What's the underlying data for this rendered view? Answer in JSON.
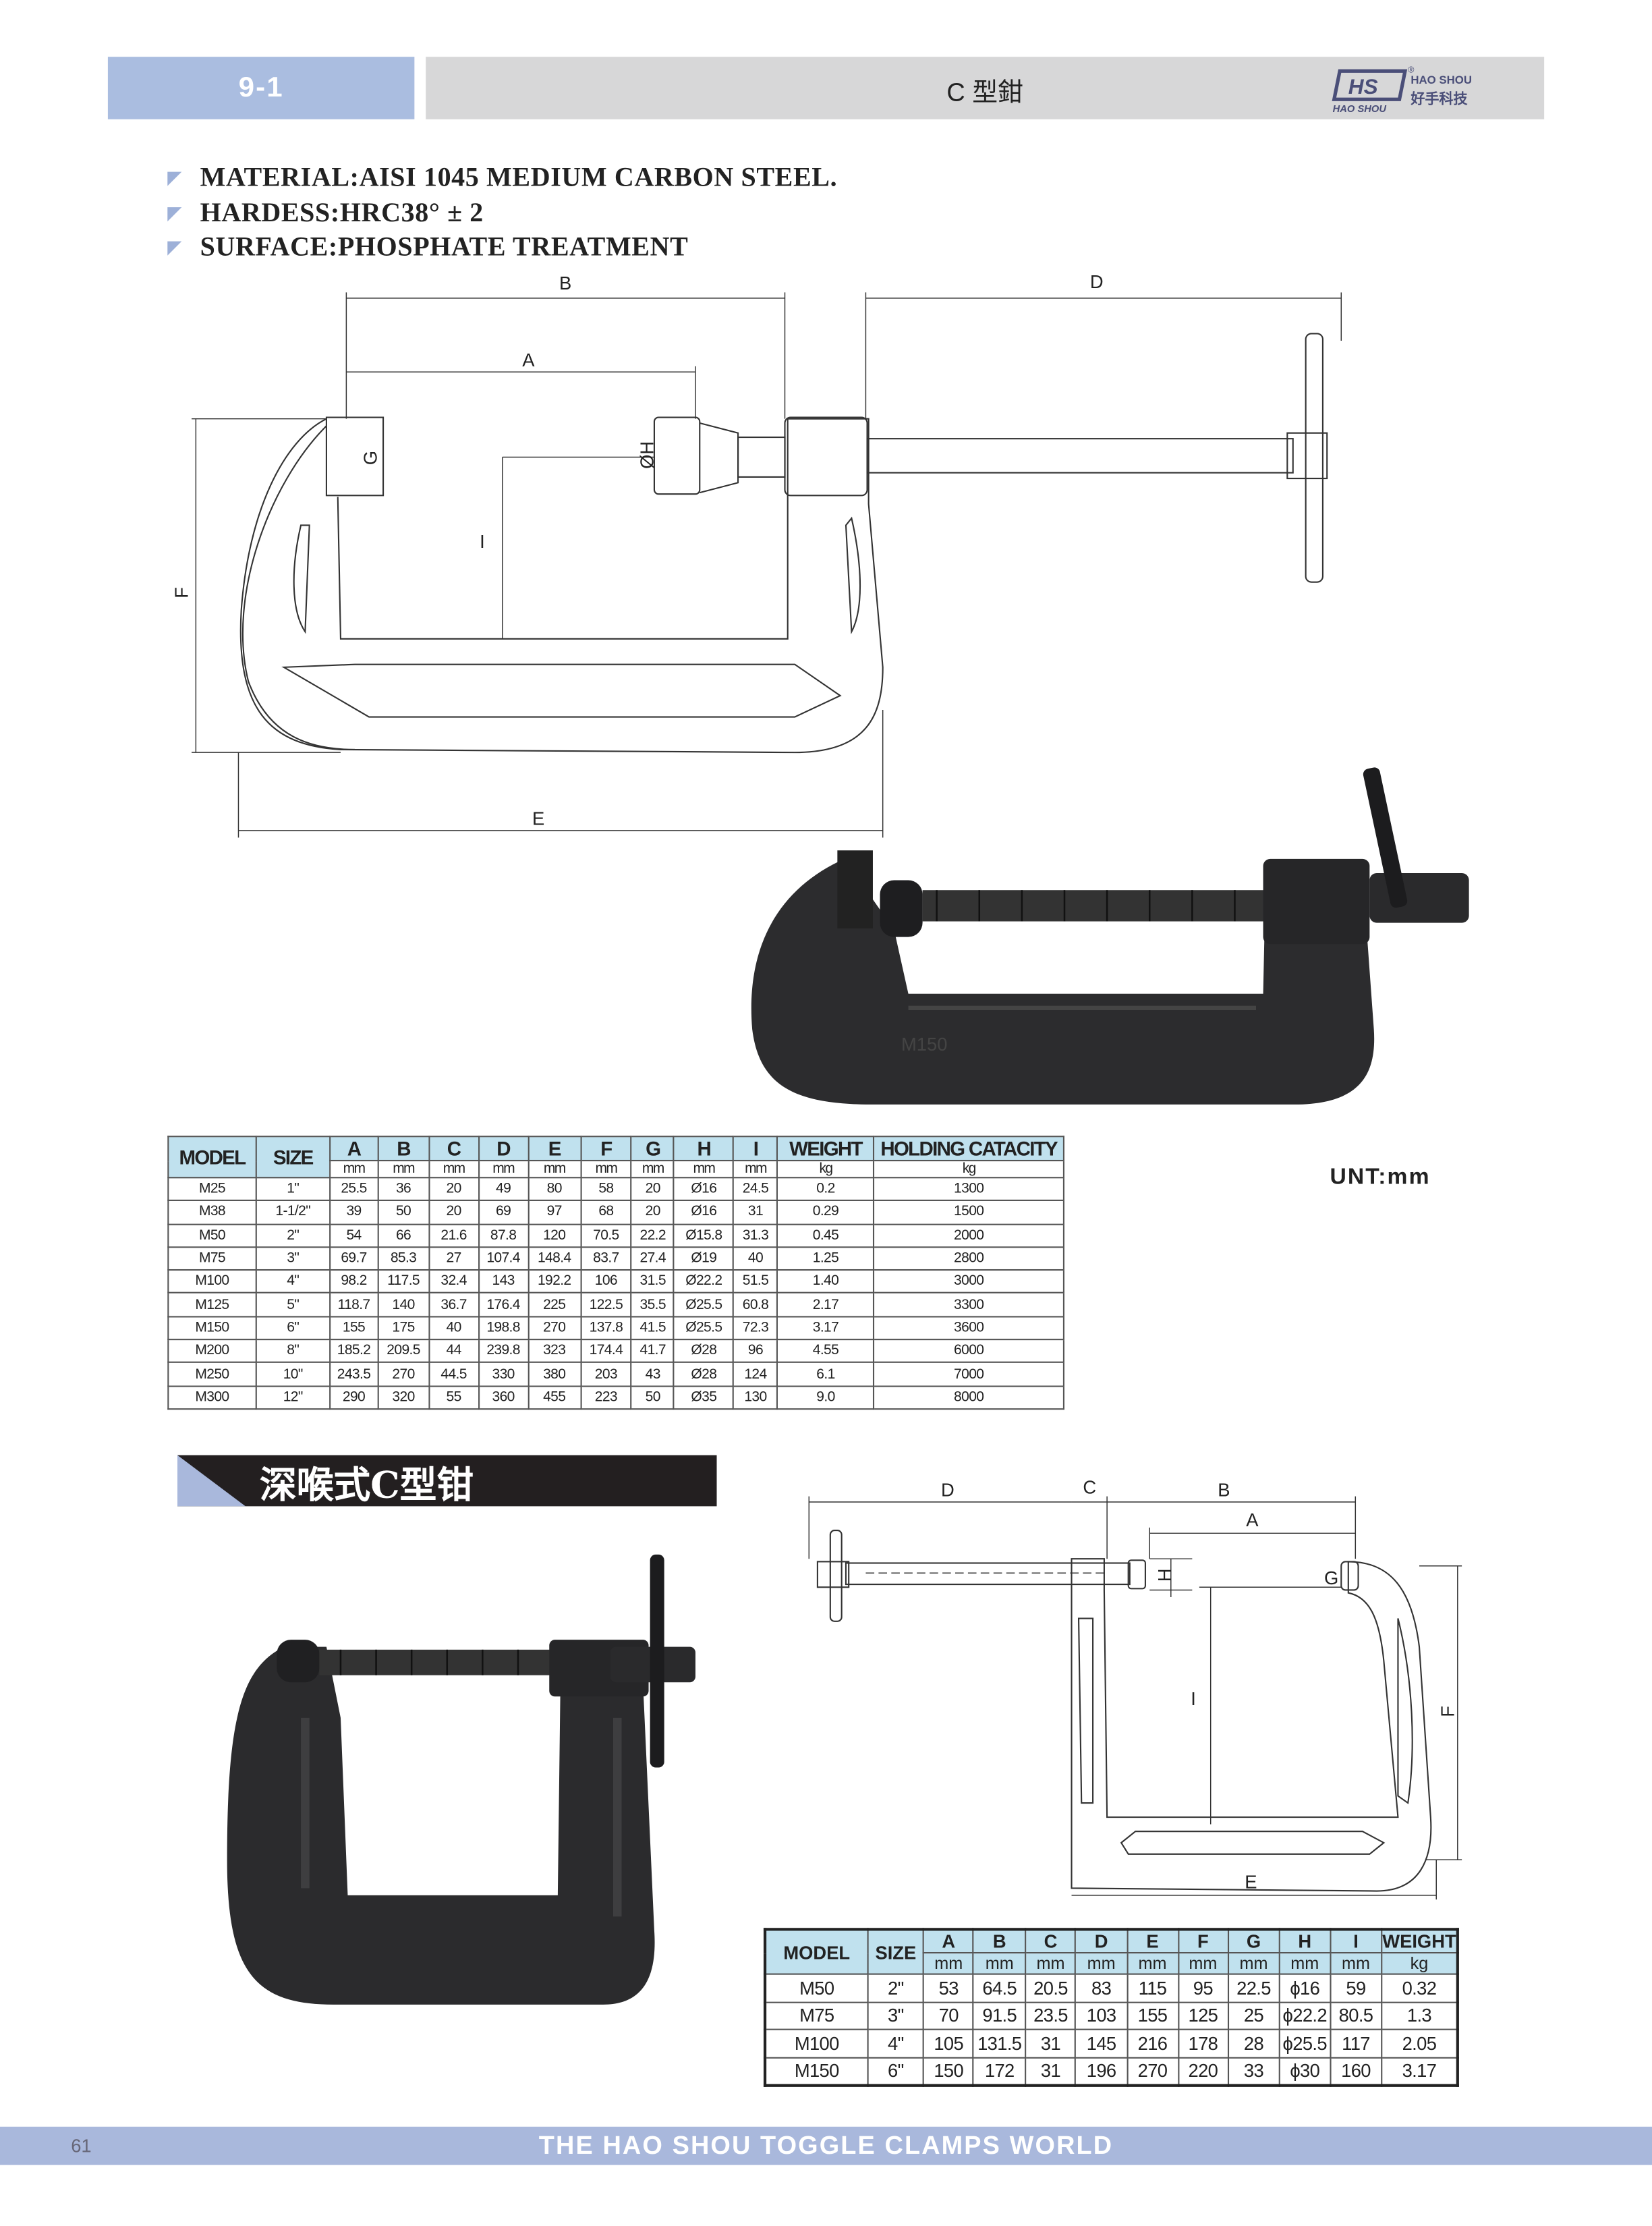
{
  "header": {
    "section": "9-1",
    "title": "C 型鉗",
    "logo": {
      "mark": "HS",
      "brand_en": "HAO SHOU",
      "brand_cn": "好手科技",
      "brand_en_bottom": "HAO SHOU",
      "registered": "®"
    }
  },
  "specs": [
    "MATERIAL:AISI 1045 MEDIUM CARBON STEEL.",
    "HARDESS:HRC38° ± 2",
    "SURFACE:PHOSPHATE  TREATMENT"
  ],
  "diagram1": {
    "labels": {
      "B": "B",
      "D": "D",
      "A": "A",
      "G": "G",
      "H": "ØH",
      "I": "I",
      "F": "F",
      "E": "E"
    }
  },
  "photo1": {
    "marking": "M150"
  },
  "unit_note": "UNT:mm",
  "table1": {
    "headers": [
      "MODEL",
      "SIZE",
      "A",
      "B",
      "C",
      "D",
      "E",
      "F",
      "G",
      "H",
      "I",
      "WEIGHT",
      "HOLDING CATACITY"
    ],
    "units": [
      "mm",
      "mm",
      "mm",
      "mm",
      "mm",
      "mm",
      "mm",
      "mm",
      "mm",
      "kg",
      "kg"
    ],
    "rows": [
      [
        "M25",
        "1\"",
        "25.5",
        "36",
        "20",
        "49",
        "80",
        "58",
        "20",
        "Ø16",
        "24.5",
        "0.2",
        "1300"
      ],
      [
        "M38",
        "1-1/2\"",
        "39",
        "50",
        "20",
        "69",
        "97",
        "68",
        "20",
        "Ø16",
        "31",
        "0.29",
        "1500"
      ],
      [
        "M50",
        "2\"",
        "54",
        "66",
        "21.6",
        "87.8",
        "120",
        "70.5",
        "22.2",
        "Ø15.8",
        "31.3",
        "0.45",
        "2000"
      ],
      [
        "M75",
        "3\"",
        "69.7",
        "85.3",
        "27",
        "107.4",
        "148.4",
        "83.7",
        "27.4",
        "Ø19",
        "40",
        "1.25",
        "2800"
      ],
      [
        "M100",
        "4\"",
        "98.2",
        "117.5",
        "32.4",
        "143",
        "192.2",
        "106",
        "31.5",
        "Ø22.2",
        "51.5",
        "1.40",
        "3000"
      ],
      [
        "M125",
        "5\"",
        "118.7",
        "140",
        "36.7",
        "176.4",
        "225",
        "122.5",
        "35.5",
        "Ø25.5",
        "60.8",
        "2.17",
        "3300"
      ],
      [
        "M150",
        "6\"",
        "155",
        "175",
        "40",
        "198.8",
        "270",
        "137.8",
        "41.5",
        "Ø25.5",
        "72.3",
        "3.17",
        "3600"
      ],
      [
        "M200",
        "8\"",
        "185.2",
        "209.5",
        "44",
        "239.8",
        "323",
        "174.4",
        "41.7",
        "Ø28",
        "96",
        "4.55",
        "6000"
      ],
      [
        "M250",
        "10\"",
        "243.5",
        "270",
        "44.5",
        "330",
        "380",
        "203",
        "43",
        "Ø28",
        "124",
        "6.1",
        "7000"
      ],
      [
        "M300",
        "12\"",
        "290",
        "320",
        "55",
        "360",
        "455",
        "223",
        "50",
        "Ø35",
        "130",
        "9.0",
        "8000"
      ]
    ]
  },
  "banner": {
    "title": "深喉式C型钳"
  },
  "diagram2": {
    "labels": {
      "D": "D",
      "C": "C",
      "B": "B",
      "A": "A",
      "H": "H",
      "G": "G",
      "I": "I",
      "F": "F",
      "E": "E"
    }
  },
  "table2": {
    "headers": [
      "MODEL",
      "SIZE",
      "A",
      "B",
      "C",
      "D",
      "E",
      "F",
      "G",
      "H",
      "I",
      "WEIGHT"
    ],
    "units": [
      "mm",
      "mm",
      "mm",
      "mm",
      "mm",
      "mm",
      "mm",
      "mm",
      "mm",
      "kg"
    ],
    "rows": [
      [
        "M50",
        "2\"",
        "53",
        "64.5",
        "20.5",
        "83",
        "115",
        "95",
        "22.5",
        "ϕ16",
        "59",
        "0.32"
      ],
      [
        "M75",
        "3\"",
        "70",
        "91.5",
        "23.5",
        "103",
        "155",
        "125",
        "25",
        "ϕ22.2",
        "80.5",
        "1.3"
      ],
      [
        "M100",
        "4\"",
        "105",
        "131.5",
        "31",
        "145",
        "216",
        "178",
        "28",
        "ϕ25.5",
        "117",
        "2.05"
      ],
      [
        "M150",
        "6\"",
        "150",
        "172",
        "31",
        "196",
        "270",
        "220",
        "33",
        "ϕ30",
        "160",
        "3.17"
      ]
    ]
  },
  "footer": {
    "page_number": "61",
    "text": "THE HAO SHOU TOGGLE CLAMPS WORLD"
  },
  "colors": {
    "accent": "#aabde0",
    "header_gray": "#d7d7d8",
    "table_header": "#c0e1ee",
    "banner": "#231f20"
  }
}
